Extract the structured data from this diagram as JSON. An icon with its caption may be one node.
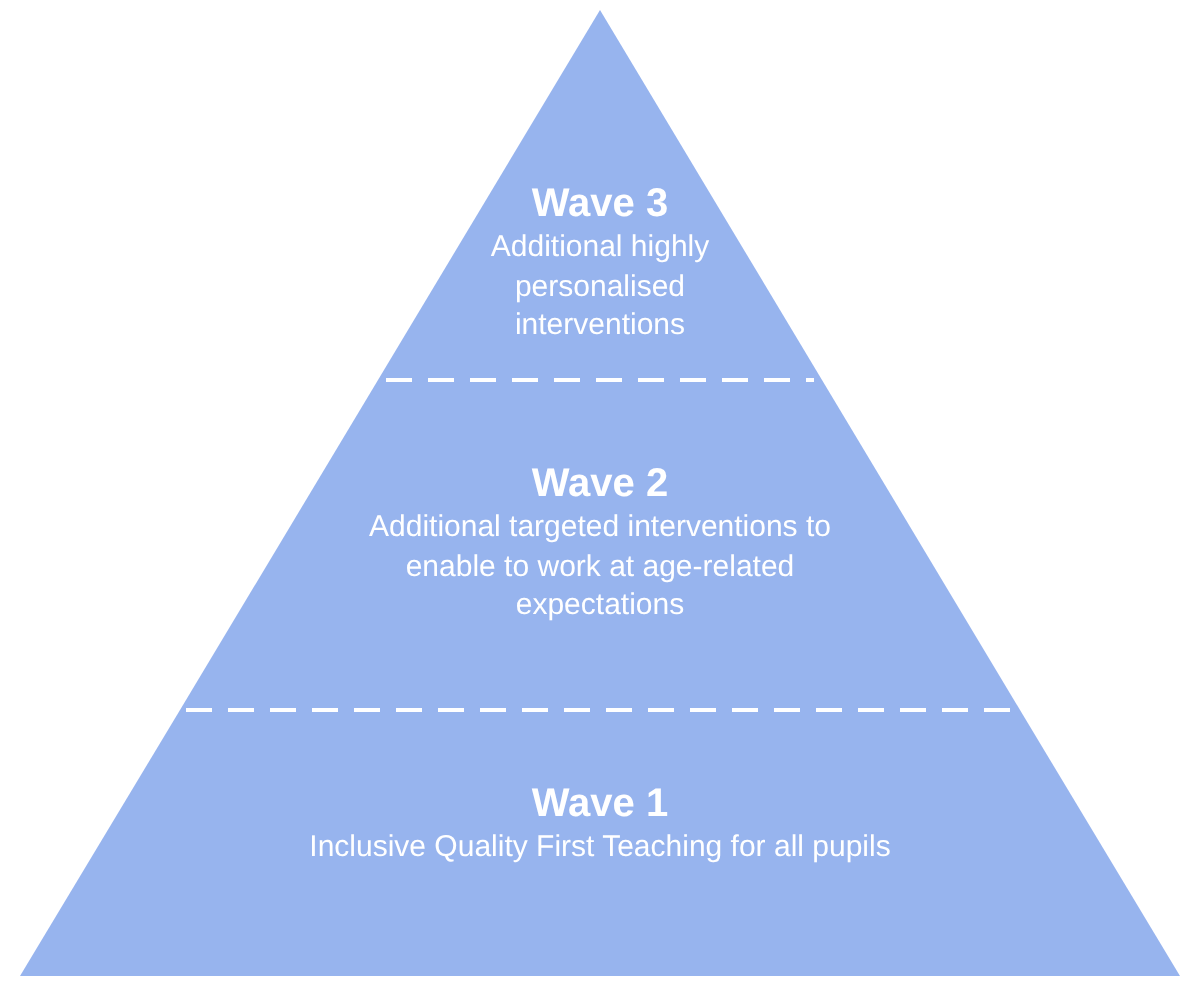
{
  "diagram": {
    "nodes": [
      {
        "text": [
          "Wave 3",
          "Additional highly personalised interventions"
        ]
      },
      {
        "text": [
          "Wave 2",
          "Additional targeted interventions to enable to work at age-related expectations"
        ]
      },
      {
        "text": [
          "Wave 1",
          "Inclusive Quality First Teaching for all pupils"
        ]
      }
    ]
  }
}
